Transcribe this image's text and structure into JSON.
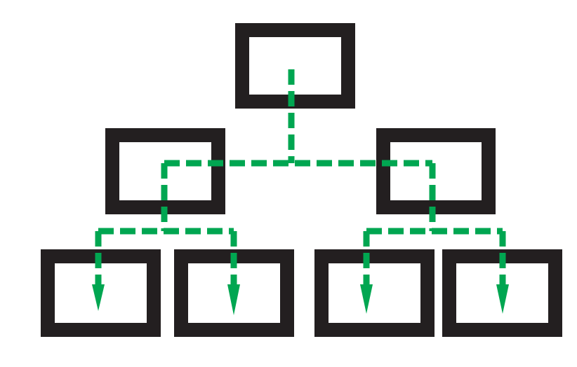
{
  "diagram": {
    "type": "hierarchy",
    "levels": 3,
    "nodes": [
      {
        "id": "root",
        "level": 0,
        "label": ""
      },
      {
        "id": "left",
        "level": 1,
        "label": "",
        "parent": "root"
      },
      {
        "id": "right",
        "level": 1,
        "label": "",
        "parent": "root"
      },
      {
        "id": "left-left",
        "level": 2,
        "label": "",
        "parent": "left"
      },
      {
        "id": "left-right",
        "level": 2,
        "label": "",
        "parent": "left"
      },
      {
        "id": "right-left",
        "level": 2,
        "label": "",
        "parent": "right"
      },
      {
        "id": "right-right",
        "level": 2,
        "label": "",
        "parent": "right"
      }
    ],
    "colors": {
      "box_border": "#231f20",
      "box_fill": "#ffffff",
      "connector": "#00a651"
    }
  }
}
